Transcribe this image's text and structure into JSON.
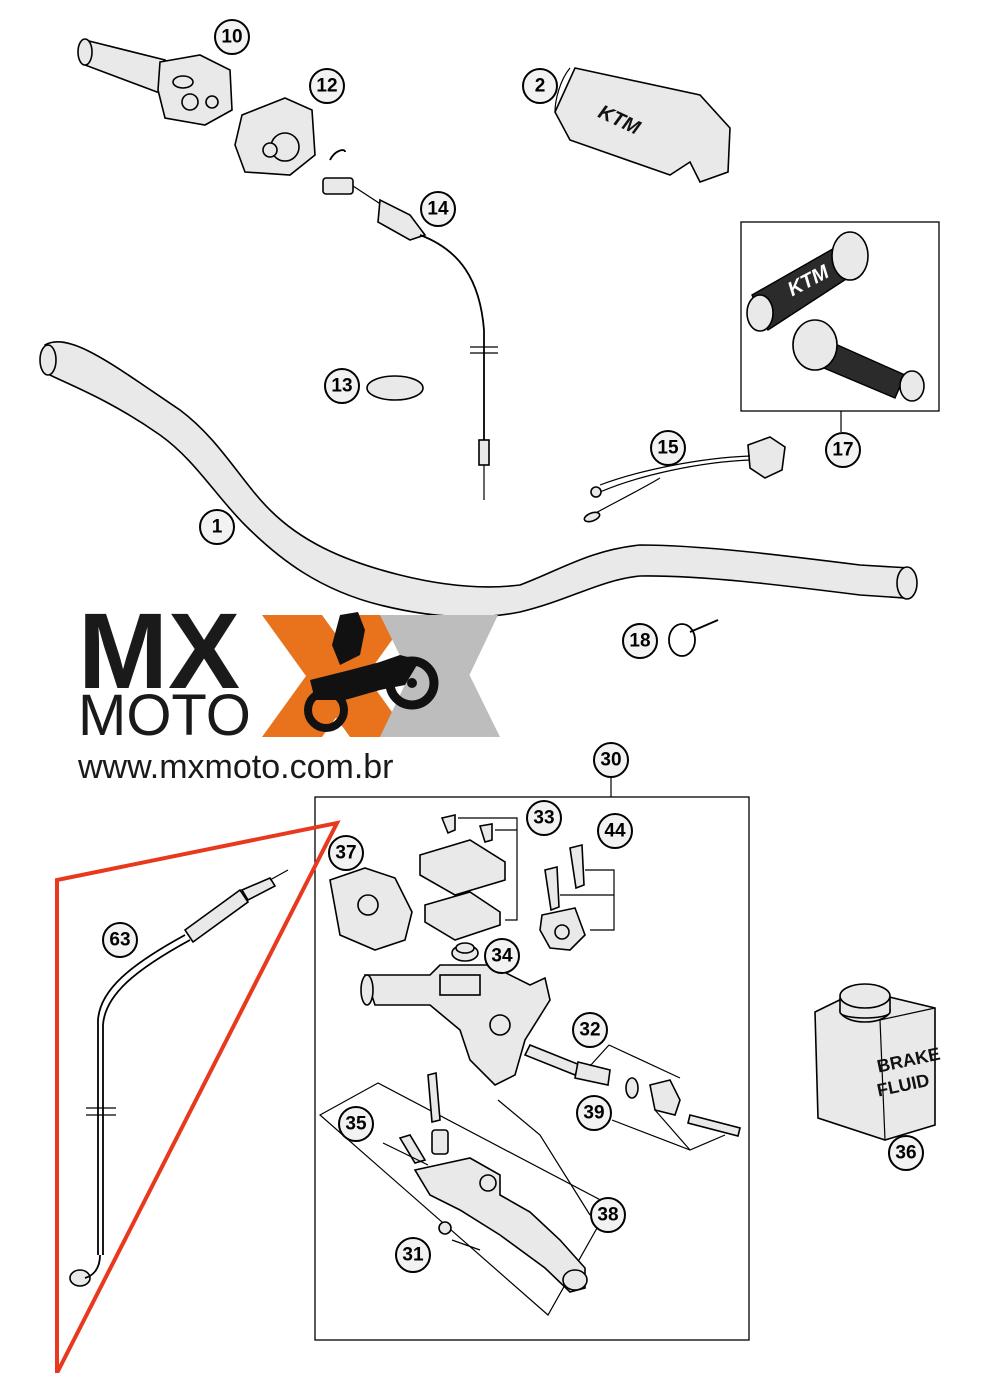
{
  "callouts": [
    "10",
    "12",
    "2",
    "14",
    "13",
    "17",
    "15",
    "1",
    "18",
    "30",
    "33",
    "44",
    "37",
    "34",
    "63",
    "32",
    "39",
    "35",
    "38",
    "31",
    "36"
  ],
  "brand": {
    "mx": "MX",
    "moto": "MOTO",
    "url": "www.mxmoto.com.br",
    "orange": "#e8731c",
    "grey": "#bdbdbd"
  },
  "labels": {
    "fluid_line1": "BRAKE",
    "fluid_line2": "FLUID",
    "pad_logo": "KTM",
    "grip_logo": "KTM"
  },
  "highlight_color": "#e8391f"
}
